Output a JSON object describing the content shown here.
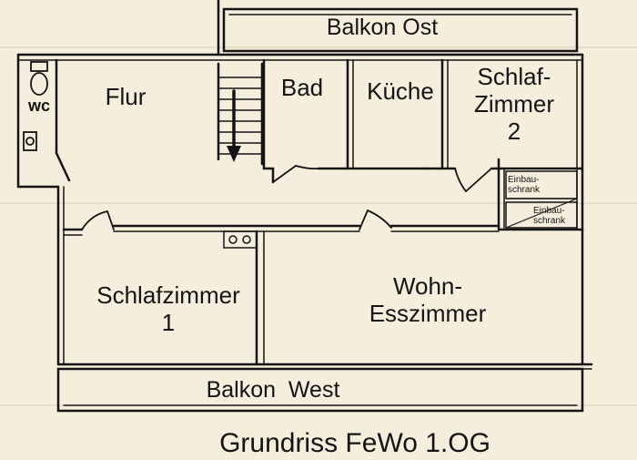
{
  "floorplan": {
    "title": "Grundriss FeWo 1.OG",
    "rooms": {
      "balcony_east": "Balkon Ost",
      "hallway": "Flur",
      "wc": "wc",
      "bathroom": "Bad",
      "kitchen": "Küche",
      "bedroom2_line1": "Schlaf-",
      "bedroom2_line2": "Zimmer",
      "bedroom2_line3": "2",
      "wardrobe_top_line1": "Einbau-",
      "wardrobe_top_line2": "schrank",
      "wardrobe_bottom_line1": "Einbau-",
      "wardrobe_bottom_line2": "schrank",
      "bedroom1_line1": "Schlafzimmer",
      "bedroom1_line2": "1",
      "living_line1": "Wohn-",
      "living_line2": "Esszimmer",
      "balcony_west": "Balkon  West"
    },
    "colors": {
      "paper": "#f5eedc",
      "ink": "#141414"
    }
  }
}
